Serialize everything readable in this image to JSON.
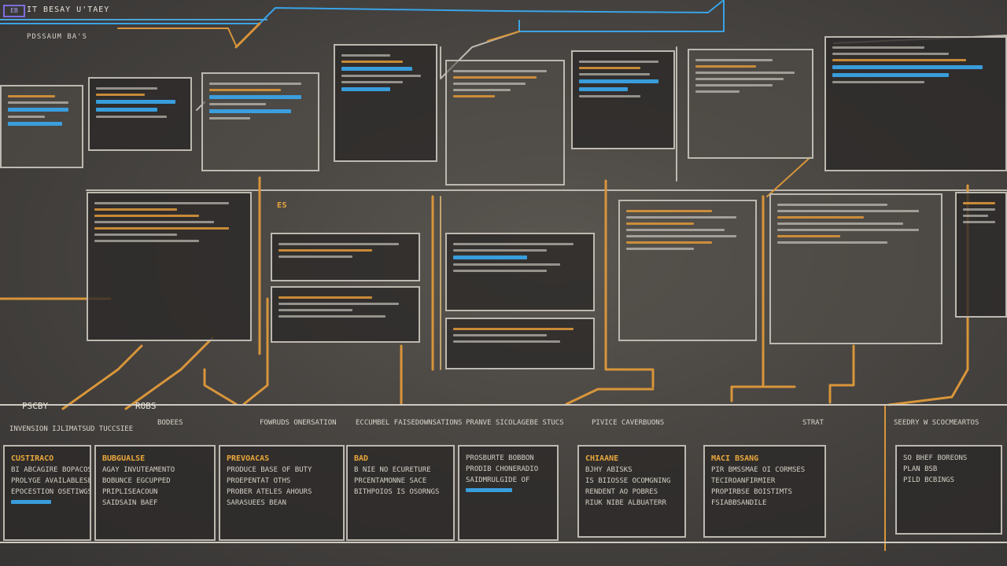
{
  "header": {
    "badge": "EB",
    "title": "IT BESAY U'TAEY",
    "subtitle": "PDSSAUM BA'S"
  },
  "top_panels": [
    {
      "name": "node-a",
      "heading": ""
    },
    {
      "name": "node-b",
      "heading": ""
    },
    {
      "name": "node-c",
      "heading": ""
    },
    {
      "name": "node-d",
      "heading": ""
    },
    {
      "name": "node-e",
      "heading": ""
    },
    {
      "name": "node-f",
      "heading": ""
    },
    {
      "name": "node-g",
      "heading": ""
    },
    {
      "name": "node-h",
      "heading": ""
    }
  ],
  "mid_panels": [
    {
      "heading": "ES"
    }
  ],
  "bottom": {
    "row_label_left": "PSCBY",
    "row_label_mid": "ROBS",
    "col_headers": [
      "INVENSION IJLIMATSUD TUCCSIEE",
      "BODEES",
      "FOWRUDS ONERSATION",
      "ECCUMBEL FAISEDOWNSATIONS",
      "PRANVE SICOLAGEBE STUCS",
      "PIVICE CAVERBUONS",
      "STRAT",
      "SEEDRY W SCOCMEARTOS"
    ],
    "cells": [
      {
        "title": "CUSTIRACO",
        "lines": [
          "BI ABCAGIRE BOPACOS",
          "PROLYGE AVAILABLESE",
          "EPOCESTION OSETIWGS"
        ]
      },
      {
        "title": "BUBGUALSE",
        "lines": [
          "AGAY INVUTEAMENTO",
          "BOBUNCE EGCUPPED",
          "PRIPLISEACOUN",
          "SAIDSAIN BAEF"
        ]
      },
      {
        "title": "PREVOACAS",
        "lines": [
          "PRODUCE BASE OF BUTY",
          "PROEPENTAT OTHS",
          "PROBER ATELES AHOURS",
          "SARASUEES BEAN"
        ]
      },
      {
        "title": "BAD",
        "lines": [
          "B NIE NO ECURETURE",
          "PRCENTAMONNE SACE",
          "BITHPOIOS IS OSORNGS"
        ]
      },
      {
        "title": "",
        "lines": [
          "PROSBURTE BOBBON",
          "PRODIB CHONERADIO",
          "SAIDMRULGIDE OF"
        ]
      },
      {
        "title": "CHIAANE",
        "lines": [
          "BJHY ABISKS",
          "IS BIIOSSE OCOMGNING",
          "RENDENT AO POBRES",
          "RIUK NIBE ALBUATERR"
        ]
      },
      {
        "title": "MACI BSANG",
        "lines": [
          "PIR BMSSMAE OI CORMSES",
          "TECIROANFIRMIER",
          "PROPIRBSE BOISTIMTS",
          "FSIABBSANDILE"
        ]
      },
      {
        "title": "",
        "lines": [
          "SO BHEF BOREONS",
          "PLAN BSB",
          "PILD BCBINGS"
        ]
      }
    ]
  },
  "colors": {
    "wire_orange": "#d8953a",
    "wire_blue": "#3aa3e6",
    "frame": "#bdb8b0"
  }
}
